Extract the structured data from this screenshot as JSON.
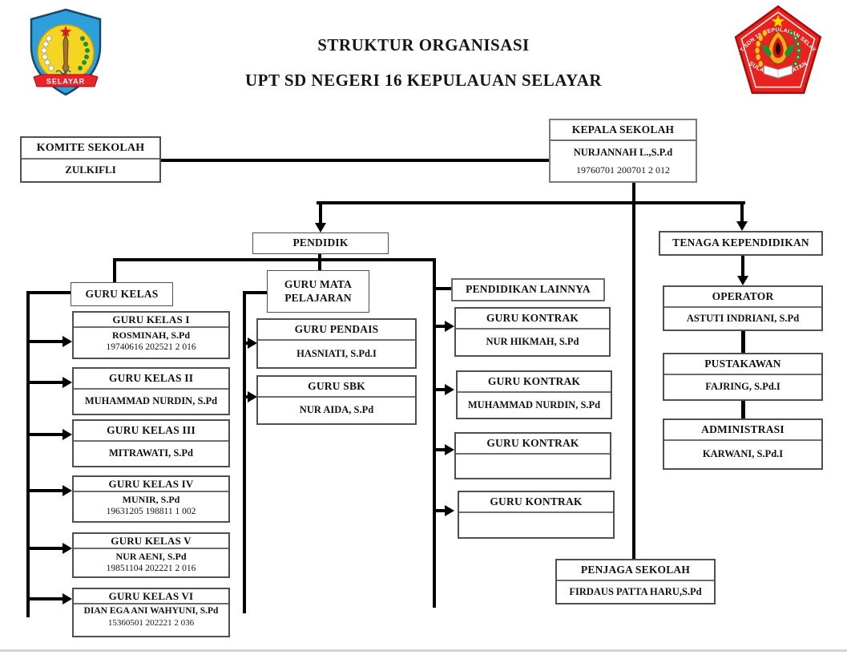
{
  "page": {
    "title_line1": "STRUKTUR ORGANISASI",
    "title_line2": "UPT SD NEGERI 16 KEPULAUAN SELAYAR"
  },
  "logos": {
    "left": {
      "banner": "SELAYAR"
    },
    "right": {
      "arc_top": "UPT SDN 16 KEPULAUAN SELAYAR",
      "arc_bottom": "SULAWESI SELATAN"
    }
  },
  "nodes": {
    "kepala_sekolah": {
      "title": "KEPALA SEKOLAH",
      "name": "NURJANNAH L.,S.P.d",
      "nip": "19760701 200701 2 012"
    },
    "komite_sekolah": {
      "title": "KOMITE SEKOLAH",
      "name": "ZULKIFLI"
    },
    "pendidik": {
      "title": "PENDIDIK"
    },
    "tenaga_kependidikan": {
      "title": "TENAGA KEPENDIDIKAN"
    },
    "guru_kelas": {
      "title": "GURU KELAS"
    },
    "guru_mata_pelajaran": {
      "title": "GURU MATA PELAJARAN"
    },
    "pendidikan_lainnya": {
      "title": "PENDIDIKAN LAINNYA"
    },
    "guru_kelas_i": {
      "title": "GURU KELAS I",
      "name": "ROSMINAH, S.Pd",
      "nip": "19740616 202521 2 016"
    },
    "guru_kelas_ii": {
      "title": "GURU KELAS II",
      "name": "MUHAMMAD NURDIN, S.Pd"
    },
    "guru_kelas_iii": {
      "title": "GURU KELAS III",
      "name": "MITRAWATI, S.Pd"
    },
    "guru_kelas_iv": {
      "title": "GURU KELAS IV",
      "name": "MUNIR, S.Pd",
      "nip": "19631205 198811 1 002"
    },
    "guru_kelas_v": {
      "title": "GURU KELAS V",
      "name": "NUR AENI, S.Pd",
      "nip": "19851104 202221 2 016"
    },
    "guru_kelas_vi": {
      "title": "GURU KELAS VI",
      "name": "DIAN EGA ANI WAHYUNI, S.Pd",
      "nip": "15360501 202221 2 036"
    },
    "guru_pendais": {
      "title": "GURU PENDAIS",
      "name": "HASNIATI, S.Pd.I"
    },
    "guru_sbk": {
      "title": "GURU SBK",
      "name": "NUR AIDA, S.Pd"
    },
    "guru_kontrak_1": {
      "title": "GURU KONTRAK",
      "name": "NUR HIKMAH, S.Pd"
    },
    "guru_kontrak_2": {
      "title": "GURU KONTRAK",
      "name": "MUHAMMAD NURDIN, S.Pd"
    },
    "guru_kontrak_3": {
      "title": "GURU KONTRAK",
      "name": ""
    },
    "guru_kontrak_4": {
      "title": "GURU KONTRAK",
      "name": ""
    },
    "operator": {
      "title": "OPERATOR",
      "name": "ASTUTI INDRIANI, S.Pd"
    },
    "pustakawan": {
      "title": "PUSTAKAWAN",
      "name": "FAJRING, S.Pd.I"
    },
    "administrasi": {
      "title": "ADMINISTRASI",
      "name": "KARWANI, S.Pd.I"
    },
    "penjaga_sekolah": {
      "title": "PENJAGA SEKOLAH",
      "name": "FIRDAUS PATTA HARU,S.Pd"
    }
  },
  "colors": {
    "connector": "#000000",
    "box_border": "#4f4f4f",
    "left_logo_blue": "#2d9fd9",
    "left_logo_yellow": "#f4d521",
    "right_logo_red": "#e8231f",
    "star_red": "#e01b24",
    "text": "#111111"
  }
}
